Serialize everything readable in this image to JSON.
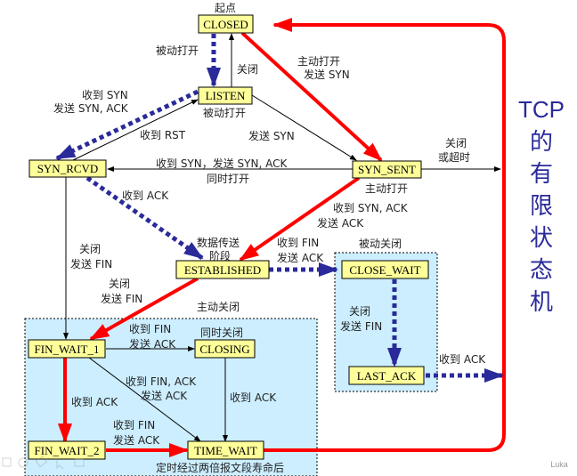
{
  "title": {
    "line1": "TCP",
    "chars": [
      "的",
      "有",
      "限",
      "状",
      "态",
      "机"
    ]
  },
  "colors": {
    "state_fill": "#ffff99",
    "region_fill": "#cceeff",
    "client_path": "#ff0000",
    "server_path": "#2a2a9a",
    "title": "#2a2a9a"
  },
  "states": {
    "closed": "CLOSED",
    "listen": "LISTEN",
    "syn_rcvd": "SYN_RCVD",
    "syn_sent": "SYN_SENT",
    "established": "ESTABLISHED",
    "close_wait": "CLOSE_WAIT",
    "last_ack": "LAST_ACK",
    "fin_wait_1": "FIN_WAIT_1",
    "closing": "CLOSING",
    "fin_wait_2": "FIN_WAIT_2",
    "time_wait": "TIME_WAIT"
  },
  "labels": {
    "start": "起点",
    "passive_open_left": "被动打开",
    "close_listen": "关闭",
    "active_open": "主动打开",
    "send_syn_top": "发送 SYN",
    "listen_sub": "被动打开",
    "recv_syn": "收到 SYN",
    "send_syn_ack": "发送 SYN, ACK",
    "recv_rst": "收到 RST",
    "send_syn": "发送 SYN",
    "simul_syn": "收到 SYN，发送 SYN, ACK",
    "simul_open": "同时打开",
    "close": "关闭",
    "or_timeout": "或超时",
    "syn_sent_sub": "主动打开",
    "recv_ack": "收到 ACK",
    "recv_syn_ack": "收到 SYN, ACK",
    "send_ack": "发送 ACK",
    "data_transfer_1": "数据传送",
    "data_transfer_2": "阶段",
    "recv_fin": "收到 FIN",
    "send_ack2": "发送 ACK",
    "passive_close": "被动关闭",
    "close_left": "关闭",
    "send_fin_left": "发送 FIN",
    "close_est": "关闭",
    "send_fin_est": "发送 FIN",
    "active_close": "主动关闭",
    "close_cw": "关闭",
    "send_fin_cw": "发送 FIN",
    "recv_ack_last": "收到 ACK",
    "recv_fin_fw1": "收到 FIN",
    "send_ack_fw1": "发送 ACK",
    "simul_close": "同时关闭",
    "recv_fin_ack": "收到 FIN, ACK",
    "send_ack_diag": "发送 ACK",
    "recv_ack_fw1": "收到 ACK",
    "recv_ack_closing": "收到 ACK",
    "recv_fin_fw2": "收到 FIN",
    "send_ack_fw2": "发送 ACK",
    "timeout_2msl": "定时经过两倍报文段寿命后"
  },
  "watermark": "Luka"
}
